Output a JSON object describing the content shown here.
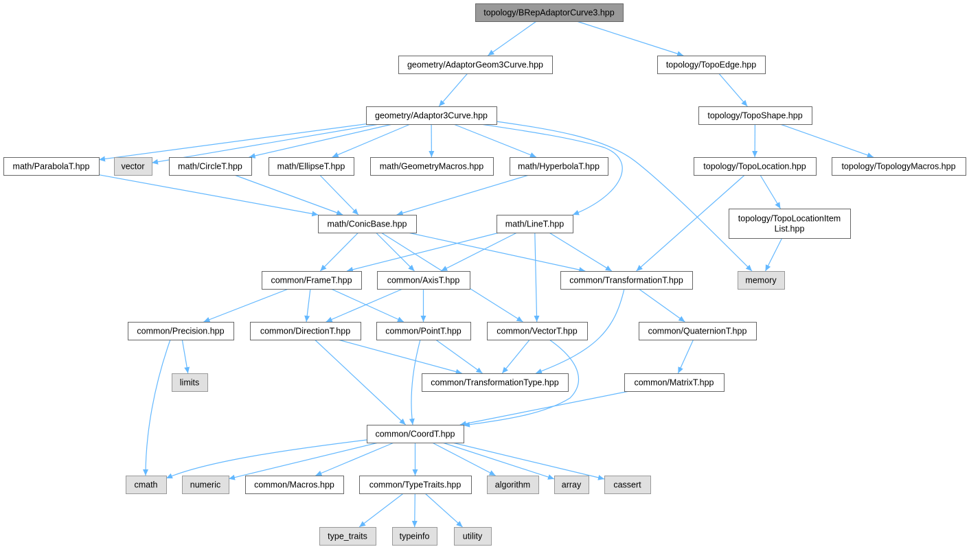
{
  "colors": {
    "edge": "#63b8ff",
    "node_border": "#666666",
    "node_fill": "#ffffff",
    "root_fill": "#999999",
    "root_border": "#666666",
    "system_fill": "#e0e0e0",
    "system_border": "#999999",
    "text": "#000000"
  },
  "nodes": [
    {
      "id": "root",
      "lines": [
        "topology/BRepAdaptorCurve3.hpp"
      ],
      "kind": "root"
    },
    {
      "id": "adaptorgeom3",
      "lines": [
        "geometry/AdaptorGeom3Curve.hpp"
      ],
      "kind": "file"
    },
    {
      "id": "topoedge",
      "lines": [
        "topology/TopoEdge.hpp"
      ],
      "kind": "file"
    },
    {
      "id": "adaptor3",
      "lines": [
        "geometry/Adaptor3Curve.hpp"
      ],
      "kind": "file"
    },
    {
      "id": "toposhape",
      "lines": [
        "topology/TopoShape.hpp"
      ],
      "kind": "file"
    },
    {
      "id": "parabola",
      "lines": [
        "math/ParabolaT.hpp"
      ],
      "kind": "file"
    },
    {
      "id": "vector",
      "lines": [
        "vector"
      ],
      "kind": "system"
    },
    {
      "id": "circle",
      "lines": [
        "math/CircleT.hpp"
      ],
      "kind": "file"
    },
    {
      "id": "ellipse",
      "lines": [
        "math/EllipseT.hpp"
      ],
      "kind": "file"
    },
    {
      "id": "geommacros",
      "lines": [
        "math/GeometryMacros.hpp"
      ],
      "kind": "file"
    },
    {
      "id": "hyperbola",
      "lines": [
        "math/HyperbolaT.hpp"
      ],
      "kind": "file"
    },
    {
      "id": "topolocation",
      "lines": [
        "topology/TopoLocation.hpp"
      ],
      "kind": "file"
    },
    {
      "id": "topomacros",
      "lines": [
        "topology/TopologyMacros.hpp"
      ],
      "kind": "file"
    },
    {
      "id": "conicbase",
      "lines": [
        "math/ConicBase.hpp"
      ],
      "kind": "file"
    },
    {
      "id": "linet",
      "lines": [
        "math/LineT.hpp"
      ],
      "kind": "file"
    },
    {
      "id": "topolocitem",
      "lines": [
        "topology/TopoLocationItem",
        "List.hpp"
      ],
      "kind": "file"
    },
    {
      "id": "framet",
      "lines": [
        "common/FrameT.hpp"
      ],
      "kind": "file"
    },
    {
      "id": "axist",
      "lines": [
        "common/AxisT.hpp"
      ],
      "kind": "file"
    },
    {
      "id": "transformationt",
      "lines": [
        "common/TransformationT.hpp"
      ],
      "kind": "file"
    },
    {
      "id": "memory",
      "lines": [
        "memory"
      ],
      "kind": "system"
    },
    {
      "id": "precision",
      "lines": [
        "common/Precision.hpp"
      ],
      "kind": "file"
    },
    {
      "id": "directiont",
      "lines": [
        "common/DirectionT.hpp"
      ],
      "kind": "file"
    },
    {
      "id": "pointt",
      "lines": [
        "common/PointT.hpp"
      ],
      "kind": "file"
    },
    {
      "id": "vectort",
      "lines": [
        "common/VectorT.hpp"
      ],
      "kind": "file"
    },
    {
      "id": "quaterniont",
      "lines": [
        "common/QuaternionT.hpp"
      ],
      "kind": "file"
    },
    {
      "id": "limits",
      "lines": [
        "limits"
      ],
      "kind": "system"
    },
    {
      "id": "transftype",
      "lines": [
        "common/TransformationType.hpp"
      ],
      "kind": "file"
    },
    {
      "id": "matrixt",
      "lines": [
        "common/MatrixT.hpp"
      ],
      "kind": "file"
    },
    {
      "id": "coordt",
      "lines": [
        "common/CoordT.hpp"
      ],
      "kind": "file"
    },
    {
      "id": "cmath",
      "lines": [
        "cmath"
      ],
      "kind": "system"
    },
    {
      "id": "numeric",
      "lines": [
        "numeric"
      ],
      "kind": "system"
    },
    {
      "id": "macros",
      "lines": [
        "common/Macros.hpp"
      ],
      "kind": "file"
    },
    {
      "id": "typetraits",
      "lines": [
        "common/TypeTraits.hpp"
      ],
      "kind": "file"
    },
    {
      "id": "algorithm",
      "lines": [
        "algorithm"
      ],
      "kind": "system"
    },
    {
      "id": "array",
      "lines": [
        "array"
      ],
      "kind": "system"
    },
    {
      "id": "cassert",
      "lines": [
        "cassert"
      ],
      "kind": "system"
    },
    {
      "id": "type_traits",
      "lines": [
        "type_traits"
      ],
      "kind": "system"
    },
    {
      "id": "typeinfo",
      "lines": [
        "typeinfo"
      ],
      "kind": "system"
    },
    {
      "id": "utility",
      "lines": [
        "utility"
      ],
      "kind": "system"
    }
  ],
  "edges": [
    {
      "from": "root",
      "to": "adaptorgeom3"
    },
    {
      "from": "root",
      "to": "topoedge"
    },
    {
      "from": "adaptorgeom3",
      "to": "adaptor3"
    },
    {
      "from": "topoedge",
      "to": "toposhape"
    },
    {
      "from": "adaptor3",
      "to": "parabola"
    },
    {
      "from": "adaptor3",
      "to": "vector"
    },
    {
      "from": "adaptor3",
      "to": "circle"
    },
    {
      "from": "adaptor3",
      "to": "ellipse"
    },
    {
      "from": "adaptor3",
      "to": "geommacros"
    },
    {
      "from": "adaptor3",
      "to": "hyperbola"
    },
    {
      "from": "adaptor3",
      "to": "linet"
    },
    {
      "from": "adaptor3",
      "to": "memory"
    },
    {
      "from": "toposhape",
      "to": "topolocation"
    },
    {
      "from": "toposhape",
      "to": "topomacros"
    },
    {
      "from": "parabola",
      "to": "conicbase"
    },
    {
      "from": "circle",
      "to": "conicbase"
    },
    {
      "from": "ellipse",
      "to": "conicbase"
    },
    {
      "from": "hyperbola",
      "to": "conicbase"
    },
    {
      "from": "topolocation",
      "to": "topolocitem"
    },
    {
      "from": "topolocation",
      "to": "transformationt"
    },
    {
      "from": "topolocitem",
      "to": "memory"
    },
    {
      "from": "conicbase",
      "to": "framet"
    },
    {
      "from": "conicbase",
      "to": "axist"
    },
    {
      "from": "conicbase",
      "to": "vectort"
    },
    {
      "from": "conicbase",
      "to": "transformationt"
    },
    {
      "from": "linet",
      "to": "framet"
    },
    {
      "from": "linet",
      "to": "axist"
    },
    {
      "from": "linet",
      "to": "vectort"
    },
    {
      "from": "linet",
      "to": "transformationt"
    },
    {
      "from": "framet",
      "to": "precision"
    },
    {
      "from": "framet",
      "to": "directiont"
    },
    {
      "from": "framet",
      "to": "pointt"
    },
    {
      "from": "axist",
      "to": "directiont"
    },
    {
      "from": "axist",
      "to": "pointt"
    },
    {
      "from": "transformationt",
      "to": "quaterniont"
    },
    {
      "from": "transformationt",
      "to": "transftype"
    },
    {
      "from": "precision",
      "to": "limits"
    },
    {
      "from": "precision",
      "to": "cmath"
    },
    {
      "from": "directiont",
      "to": "transftype"
    },
    {
      "from": "directiont",
      "to": "coordt"
    },
    {
      "from": "pointt",
      "to": "transftype"
    },
    {
      "from": "pointt",
      "to": "coordt"
    },
    {
      "from": "vectort",
      "to": "transftype"
    },
    {
      "from": "vectort",
      "to": "coordt"
    },
    {
      "from": "quaterniont",
      "to": "matrixt"
    },
    {
      "from": "matrixt",
      "to": "coordt"
    },
    {
      "from": "coordt",
      "to": "cmath"
    },
    {
      "from": "coordt",
      "to": "numeric"
    },
    {
      "from": "coordt",
      "to": "macros"
    },
    {
      "from": "coordt",
      "to": "typetraits"
    },
    {
      "from": "coordt",
      "to": "algorithm"
    },
    {
      "from": "coordt",
      "to": "array"
    },
    {
      "from": "coordt",
      "to": "cassert"
    },
    {
      "from": "typetraits",
      "to": "type_traits"
    },
    {
      "from": "typetraits",
      "to": "typeinfo"
    },
    {
      "from": "typetraits",
      "to": "utility"
    }
  ]
}
